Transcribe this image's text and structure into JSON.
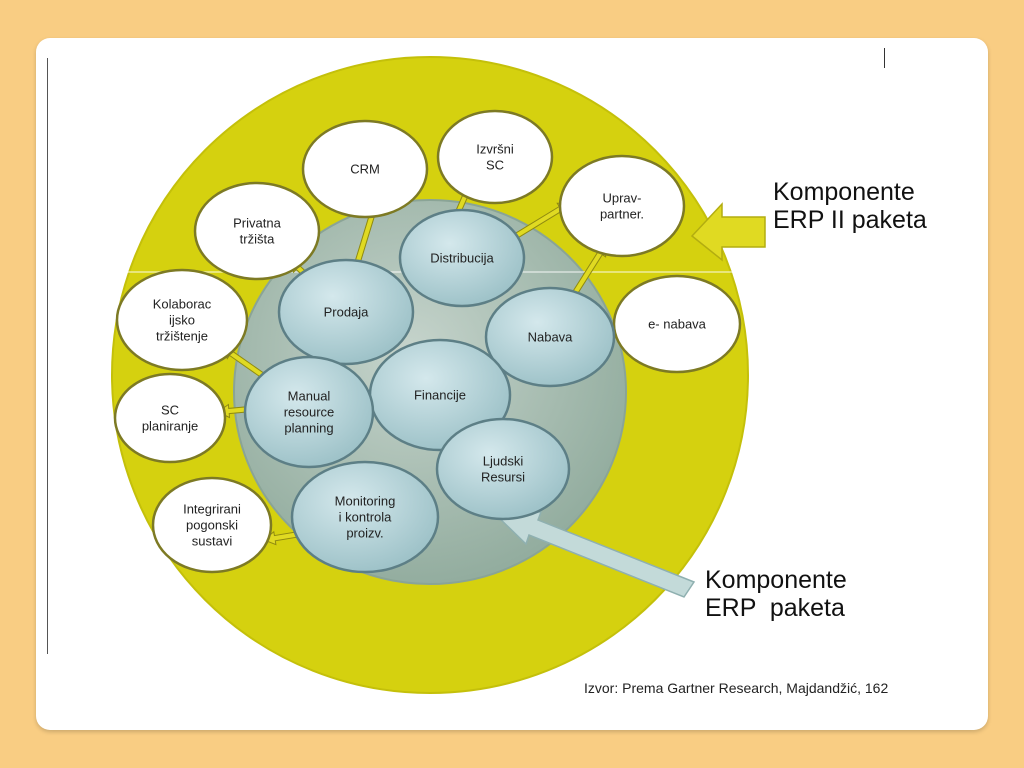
{
  "legend": {
    "erp2": [
      "Komponente",
      "ERP II paketa"
    ],
    "erp": [
      "Komponente",
      "ERP  paketa"
    ]
  },
  "source": "Izvor: Prema Gartner Research, Majdandžić, 162",
  "colors": {
    "outer_ring": "#d5d10f",
    "inner_disc": "#a3b9b0",
    "erp_node": "#b6d3d9",
    "erp2_node": "#ffffff",
    "arrow": "#e0da22",
    "big_arrow_grey": "#c3dad9"
  },
  "erp_nodes": [
    {
      "id": "distribucija",
      "lines": [
        "Distribucija"
      ]
    },
    {
      "id": "prodaja",
      "lines": [
        "Prodaja"
      ]
    },
    {
      "id": "nabava",
      "lines": [
        "Nabava"
      ]
    },
    {
      "id": "financije",
      "lines": [
        "Financije"
      ]
    },
    {
      "id": "manual",
      "lines": [
        "Manual",
        "resource",
        "planning"
      ]
    },
    {
      "id": "ljudski",
      "lines": [
        "Ljudski",
        "Resursi"
      ]
    },
    {
      "id": "monitoring",
      "lines": [
        "Monitoring",
        "i kontrola",
        "proizv."
      ]
    }
  ],
  "erp2_nodes": [
    {
      "id": "crm",
      "lines": [
        "CRM"
      ]
    },
    {
      "id": "izvrsni",
      "lines": [
        "Izvršni",
        "SC"
      ]
    },
    {
      "id": "uprav",
      "lines": [
        "Uprav-",
        "partner."
      ]
    },
    {
      "id": "privatna",
      "lines": [
        "Privatna",
        "tržišta"
      ]
    },
    {
      "id": "kolaborac",
      "lines": [
        "Kolaborac",
        "ijsko",
        "tržištenje"
      ]
    },
    {
      "id": "enabava",
      "lines": [
        "e- nabava"
      ]
    },
    {
      "id": "scplan",
      "lines": [
        "SC",
        "planiranje"
      ]
    },
    {
      "id": "integrirani",
      "lines": [
        "Integrirani",
        "pogonski",
        "sustavi"
      ]
    }
  ]
}
